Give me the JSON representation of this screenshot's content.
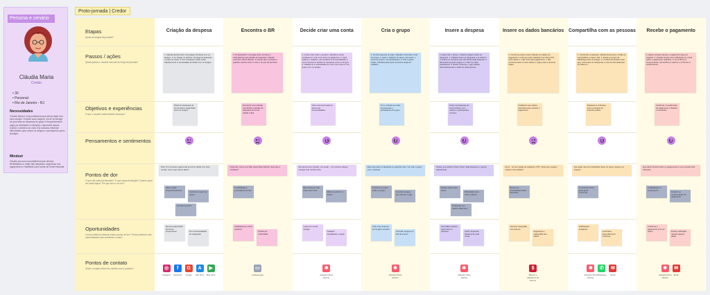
{
  "persona": {
    "tag": "Persona e cenário",
    "name": "Cláudia Maria",
    "role": "Credor",
    "facts": [
      "30",
      "Personal",
      "Rio de Janeiro - RJ"
    ],
    "needs_title": "Necessidades",
    "needs_text": "Cláudia Maria é uma profissional que adora viajar com seus amigos. Durante suas viagens, ela se encarrega de gerenciar as despesas do grupo e frequentemente paga por atividades e refeições, esperando depois receber o dinheiro de volta. Ela costuma enfrentar dificuldades para cobrar os amigos e acompanhar quem já pagou.",
    "mindset_title": "Mindset",
    "mindset_text": "Cláudia procura uma plataforma que ofereça flexibilidade no rateio das despesas, segurança nos pagamentos e facilidade para cobrar de forma educada."
  },
  "board": {
    "tag": "Proto-jornada | Credor",
    "rows": [
      {
        "title": "Etapas",
        "sub": "Quais as etapas da jornada?"
      },
      {
        "title": "Passos / ações",
        "sub": "Quais passos o usuário executa ao longo da jornada?"
      },
      {
        "title": "Objetivos e experiências",
        "sub": "O que o usuário está tentando alcançar?"
      },
      {
        "title": "Pensamentos e sentimentos",
        "sub": ""
      },
      {
        "title": "Pontos de dor",
        "sub": "O que não está funcionando? O que causa frustração? Quanto pesa em cada etapa? Por que isso é um dor?"
      },
      {
        "title": "Oportunidades",
        "sub": "Como podemos otimizar esses pontos de dor? Onde podemos criar oportunidades para aumentar o valor?"
      },
      {
        "title": "Pontos de contato",
        "sub": "Onde o usuário entra em contato com o produto?"
      }
    ],
    "stages": [
      "Criação da despesa",
      "Encontra o BR",
      "Decide criar uma conta",
      "Cria o grupo",
      "Insere a despesa",
      "Insere os dados bancários",
      "Compartilha com as pessoas",
      "Recebe o pagamento"
    ]
  },
  "notes": {
    "steps": [
      "1. Cláudia decide fazer uma viagem de férias com os amigos.\n2. Ao chegar no destino, ela paga as despesas e reúne as notas.\n3. Por completar muitas notas, Cláudia sente a necessidade de dividir com os amigos.",
      "1. Pesquisando no Google sobre serviços e calculadoras para divisão de despesas, Cláudia encontra o Bora Rachar.\n2. Decide que a solução é gratuita, decide entrar no site e vê que dá pra fazer.",
      "1. Lendo mais sobre o produto, Cláudia se sente confiante em criar uma conta na plataforma.\n2. Após realizar o cadastro, ela visualiza as funcionalidades e como funciona a divisão de despesas entre os amigos.\n3. Cláudia vê a necessidade de criar uma conta em um grupo com os amigos.",
      "1. No tela seguinte ao login, Cláudia é instruída a criar um grupo.\n2. Após o cadastro do grupo, ela insere o nome do grupo e os participantes.\n3. Cria o grupo criado, Cláudia passa para a próxima etapa do cadastro.",
      "1. Após criar o grupo, o sistema sugere inserir as despesas.\n2. Cláudia insere as despesas e os valores.\n3. Define os membros que vão dividir cada despesa.\n4. Ela seleciona quem pagou e o valor de cada participante.\n5. Nesse momento, o app calcula automaticamente o saldo de cada pessoa.",
      "1. Conforme passou tanto Cláudia nos dados de pagamento, conforme pode cadastrar sua chave PIX, seus dados e o QR code para pagamento.\n2. Ela encontra todos os seus dados e segue para a próxima etapa.",
      "1. Conferindo a despesa, Cláudia busca pelo o botão de compartilhar e copia o link.\n2. Envia por grupo de WhatsApp para os amigos.\n3. Conferindo também pelo app, envia para os integrantes o resumo das despesas de cada um.",
      "1. Alguns amigos efetuam o pagamento logo em seguida.\n2. Cláudia recebe uma notificação por email sobre o pagamento realizado.\n3. Ao conferir os comprovantes, ela verifica os valores e confirma os recebimentos."
    ],
    "goals": [
      "Dividir as despesas de forma justa e organizada entre os amigos.",
      "Encontrar uma solução que facilite a divisão de despesas de forma rápida e fácil.",
      "Criar uma conta para ter acesso às funcionalidades.",
      "Ter o controle de todas as despesas e participantes do grupo.",
      "Inserir as despesas de forma prática, com valores e participantes corretos.",
      "Cadastrar seus dados bancários para receber o pagamento.",
      "Repassar a cobrança para os amigos de maneira prática.",
      "Confirmar o recebimento do pagamento e finalizar o reembolso."
    ],
    "thoughts": [
      "Puts, fiz a compra e agora não sei como dividir com todo mundo. Como que vamos fazer?",
      "Caramba, nunca ouvi falar desse Bora Rachar. Será que é confiável?",
      "Me parece bem simples, vou testar... com poucos cliques consigo criar minha conta.",
      "Esse app está me ajudando a organizar tudo. Vou criar o grupo com o pessoal.",
      "Nossa, que prático! Posso inserir cada despesa e o app já calcula tudo.",
      "Hmm... só tem opção de cadastrar o PIX. Será que é seguro colocar meus dados?",
      "Que legal, dá pra compartilhar direto no grupo. Agora é só esperar.",
      "Que alívio! Recebi todos os pagamentos e nem precisei ficar cobrando."
    ],
    "pains": [
      [
        "Saber dividir proporcionalmente",
        "Controle de quem já pagou",
        "A pessoa sumiu?"
      ],
      [
        "Credibilidade e procedência do site"
      ],
      [
        "Burocracia de criar mais uma conta",
        "Medo de perder os dados"
      ],
      [
        "Confirma se todos estão no grupo",
        "Convidar amigos que não têm o app"
      ],
      [
        "Muitas etapas para inserir",
        "Dificuldade para inserir valores",
        "Despesas com valores diferentes"
      ],
      [
        "Receio em compartilhar dados bancários"
      ],
      [
        "A cobrança direta pode gerar incômodo"
      ],
      [
        "Instabilidade no recebimento",
        "Conferir os comprovantes de pagamento"
      ]
    ],
    "opps": [
      [
        "Recurso para dividir de forma proporcional",
        "Ter a funcionalidade de categorias"
      ],
      [
        "Avaliações de outros usuários",
        "Política de privacidade"
      ],
      [
        "Login com conta Google",
        "Cadastro simplificado e rápido"
      ],
      [
        "Criar uma conta de forma ágil e simples",
        "Convidar amigos por link de acesso"
      ],
      [
        "Formulário simples para inserir a despesa",
        "Inserir despesas diretamente pela conta"
      ],
      [
        "Oferecer integração com bancos",
        "Segurança e criptografia dos dados"
      ],
      [
        "Notificações amigáveis",
        "Lembretes automáticos de cobrança"
      ],
      [
        "Confirmar o pagamento com um clique",
        "Enviar notificação quando alguém pagar"
      ]
    ],
    "touchpoints": [
      [
        "Instagram",
        "Facebook",
        "Google",
        "App Store",
        "Play Store"
      ],
      [
        "Landing page"
      ],
      [
        "Aplicativo Bora Rachar"
      ],
      [
        "Aplicativo Bora Rachar"
      ],
      [
        "Aplicativo Bora Rachar"
      ],
      [
        "Bancos e aplicativos de bancos"
      ],
      [
        "Aplicativo Bora Rachar",
        "WhatsApp",
        "Email"
      ],
      [
        "Aplicativo Bora Rachar",
        "Email"
      ]
    ]
  },
  "colors": {
    "stage_notes": [
      "#e4e6ea",
      "#f9c4de",
      "#e7d2f7",
      "#c6dff7",
      "#d9cdf5",
      "#fde3b8",
      "#fde3b8",
      "#fcd0cd"
    ],
    "pain": "#a9b1c7",
    "persona": "#c58fe6",
    "emoji": "#c77ee8"
  }
}
